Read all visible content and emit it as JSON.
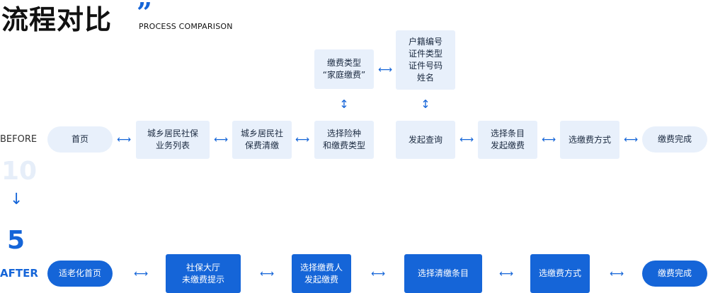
{
  "header": {
    "title": "流程对比",
    "quote_mark": "”",
    "subtitle": "PROCESS COMPARISON"
  },
  "side": {
    "before_label": "BEFORE",
    "before_count": "10",
    "arrow": "↓",
    "after_count": "5",
    "after_label": "AFTER"
  },
  "arrows": {
    "horizontal": "⟷",
    "vertical": "↕"
  },
  "before": {
    "home": {
      "lines": [
        "首页"
      ]
    },
    "list": {
      "lines": [
        "城乡居民社保",
        "业务列表"
      ]
    },
    "pay": {
      "lines": [
        "城乡居民社",
        "保费清缴"
      ]
    },
    "select": {
      "lines": [
        "选择险种",
        "和缴费类型"
      ]
    },
    "type": {
      "lines": [
        "缴费类型",
        "“家庭缴费”"
      ]
    },
    "fields": {
      "lines": [
        "户籍编号",
        "证件类型",
        "证件号码",
        "姓名"
      ]
    },
    "query": {
      "lines": [
        "发起查询"
      ]
    },
    "item": {
      "lines": [
        "选择条目",
        "发起缴费"
      ]
    },
    "method": {
      "lines": [
        "选缴费方式"
      ]
    },
    "done": {
      "lines": [
        "缴费完成"
      ]
    }
  },
  "after": {
    "home": {
      "lines": [
        "适老化首页"
      ]
    },
    "hall": {
      "lines": [
        "社保大厅",
        "未缴费提示"
      ]
    },
    "payer": {
      "lines": [
        "选择缴费人",
        "发起缴费"
      ]
    },
    "item": {
      "lines": [
        "选择清缴条目"
      ]
    },
    "method": {
      "lines": [
        "选缴费方式"
      ]
    },
    "done": {
      "lines": [
        "缴费完成"
      ]
    }
  },
  "colors": {
    "accent": "#1565d8",
    "node_light": "#e8f0fb",
    "watermark": "#e6eef9"
  }
}
